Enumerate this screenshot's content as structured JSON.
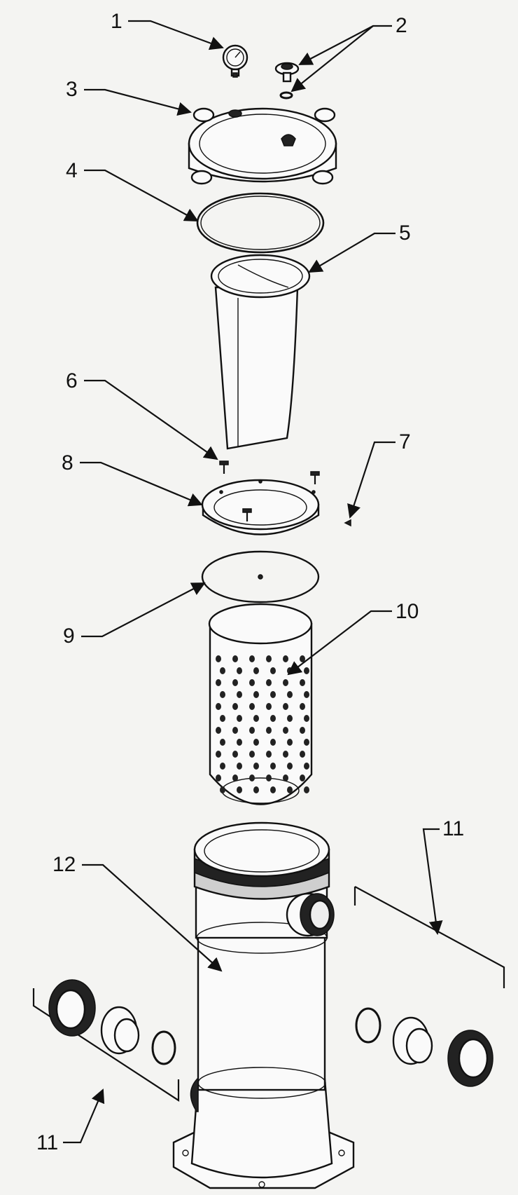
{
  "diagram": {
    "callouts": [
      {
        "id": "c1",
        "number": "1"
      },
      {
        "id": "c2",
        "number": "2"
      },
      {
        "id": "c3",
        "number": "3"
      },
      {
        "id": "c4",
        "number": "4"
      },
      {
        "id": "c5",
        "number": "5"
      },
      {
        "id": "c6",
        "number": "6"
      },
      {
        "id": "c7",
        "number": "7"
      },
      {
        "id": "c8",
        "number": "8"
      },
      {
        "id": "c9",
        "number": "9"
      },
      {
        "id": "c10",
        "number": "10"
      },
      {
        "id": "c11a",
        "number": "11"
      },
      {
        "id": "c11b",
        "number": "11"
      },
      {
        "id": "c12",
        "number": "12"
      }
    ]
  }
}
